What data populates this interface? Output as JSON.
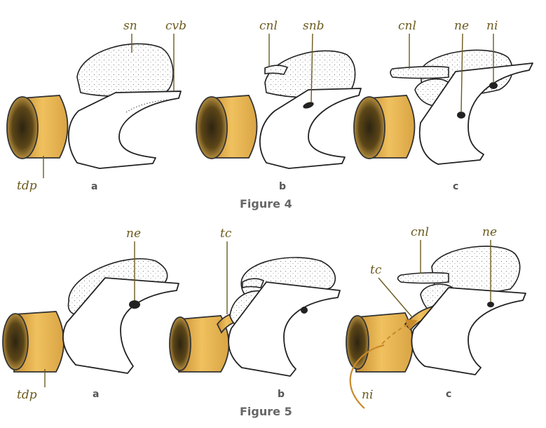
{
  "figure4": {
    "caption": "Figure 4",
    "panels": {
      "a": {
        "sublabel": "a",
        "labels": {
          "sn": "sn",
          "cvb": "cvb",
          "tdp": "tdp"
        }
      },
      "b": {
        "sublabel": "b",
        "labels": {
          "cnl": "cnl",
          "snb": "snb"
        }
      },
      "c": {
        "sublabel": "c",
        "labels": {
          "cnl": "cnl",
          "ne": "ne",
          "ni": "ni"
        }
      }
    }
  },
  "figure5": {
    "caption": "Figure 5",
    "panels": {
      "a": {
        "sublabel": "a",
        "labels": {
          "ne": "ne",
          "tdp": "tdp"
        }
      },
      "b": {
        "sublabel": "b",
        "labels": {
          "tc": "tc"
        }
      },
      "c": {
        "sublabel": "c",
        "labels": {
          "cnl": "cnl",
          "ne": "ne",
          "tc": "tc",
          "ni": "ni"
        }
      }
    }
  },
  "colors": {
    "gut": "#e3b04b",
    "label": "#6b5a1e",
    "arrow": "#c98a2a"
  }
}
